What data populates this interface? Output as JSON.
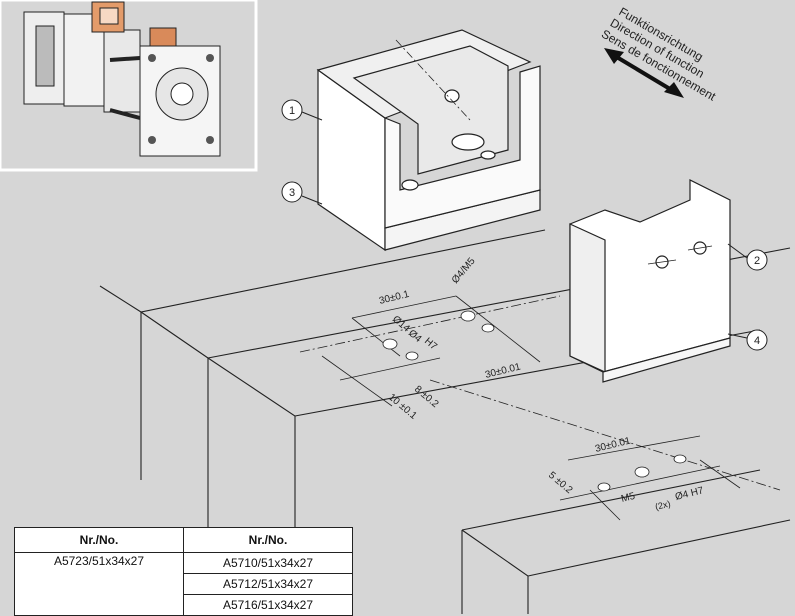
{
  "direction_labels": [
    "Funktionsrichtung",
    "Direction of function",
    "Sens de fonctionnement"
  ],
  "callouts": [
    "1",
    "2",
    "3",
    "4"
  ],
  "dimensions": {
    "top_width": "30±0.1",
    "thread_a": "Ø4/M5",
    "bore_a": "Ø4",
    "fit_a": "H7",
    "depth_a": "Ø14",
    "right_width": "30±0.01",
    "offset_8": "8 ±0.2",
    "offset_10": "10 ±0.1",
    "bottom_width": "30±0.01",
    "offset_5": "5 ±0.2",
    "thread_b": "M5",
    "bore_b": "Ø4 H7",
    "count_b": "(2x)"
  },
  "table": {
    "header_left": "Nr./No.",
    "header_right": "Nr./No.",
    "left_item": "A5723/51x34x27",
    "right_items": [
      "A5710/51x34x27",
      "A5712/51x34x27",
      "A5716/51x34x27"
    ]
  }
}
